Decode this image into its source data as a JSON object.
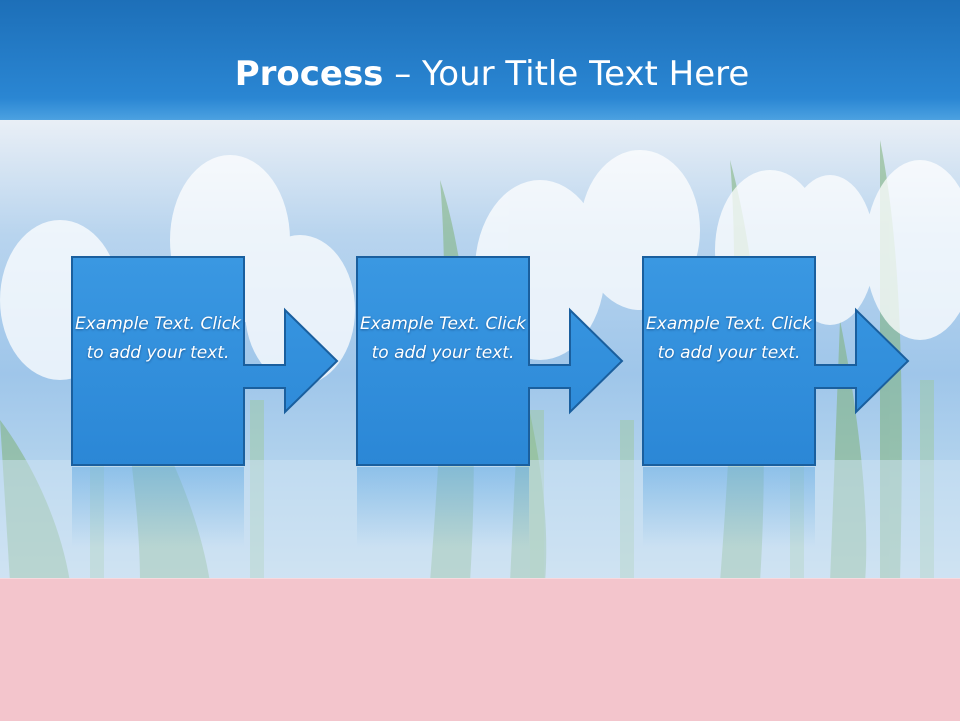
{
  "slide": {
    "title_bold": "Process",
    "title_rest": " – Your Title Text Here"
  },
  "steps": [
    {
      "text": "Example Text. Click  to add your text."
    },
    {
      "text": "Example Text. Click  to add your text."
    },
    {
      "text": "Example Text. Click  to add your text."
    }
  ],
  "colors": {
    "header": "#1d6fb8",
    "box_fill": "#2f8fdc",
    "box_stroke": "#1a5f9e",
    "footer": "#f3c5cc"
  }
}
